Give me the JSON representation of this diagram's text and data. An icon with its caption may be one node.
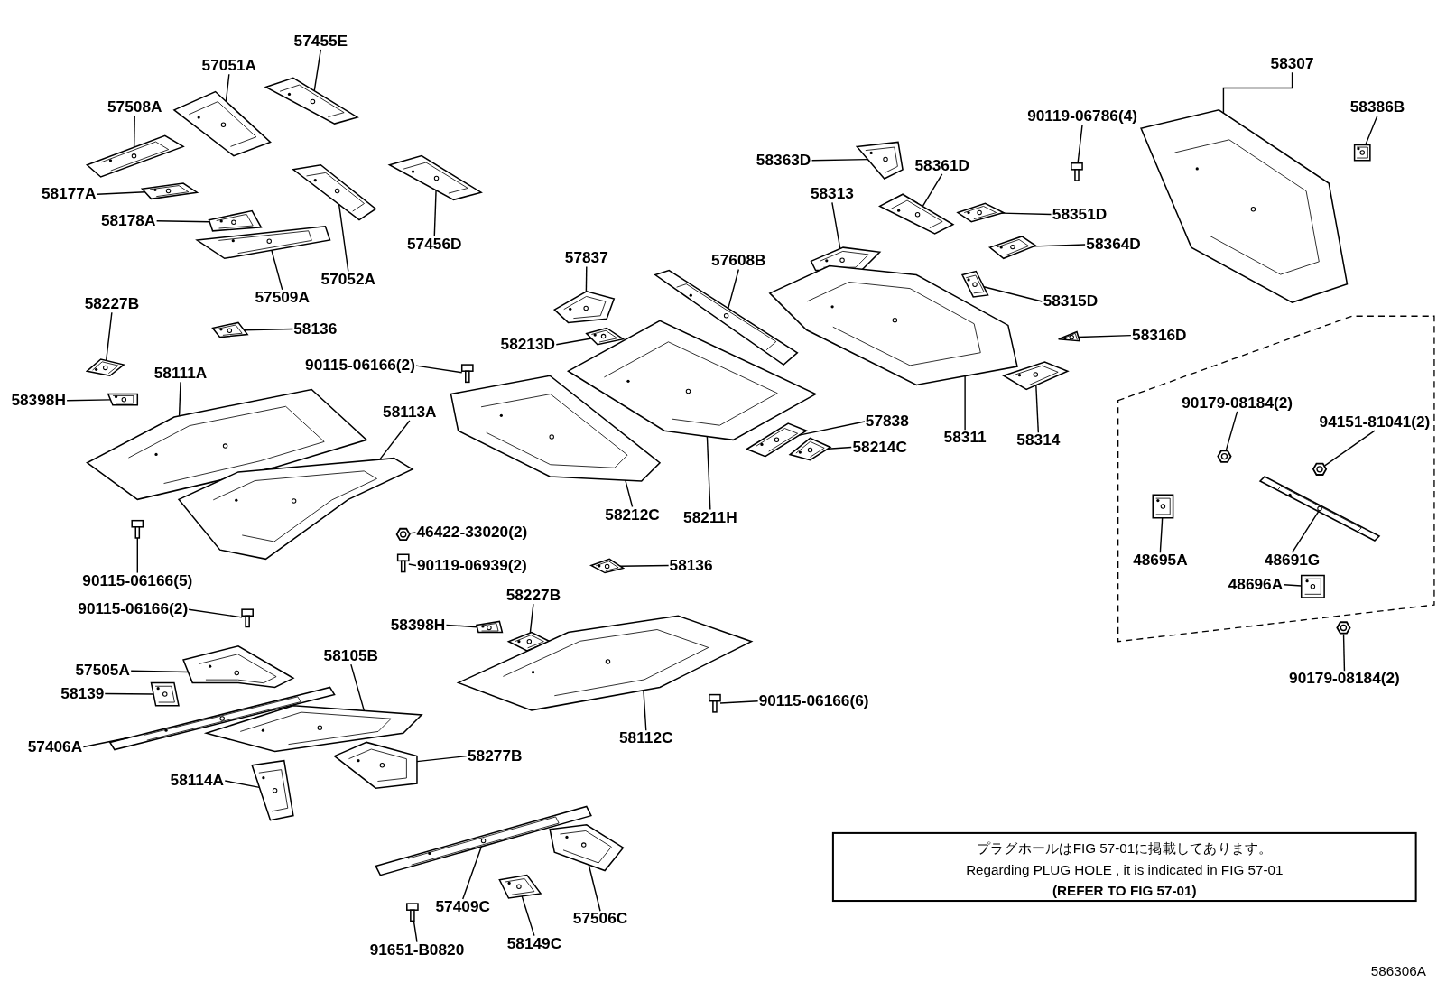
{
  "diagram": {
    "nodes": [
      {
        "text": [
          "57455E"
        ]
      },
      {
        "text": [
          "57051A"
        ]
      },
      {
        "text": [
          "57508A"
        ]
      },
      {
        "text": [
          "58177A"
        ]
      },
      {
        "text": [
          "58178A"
        ]
      },
      {
        "text": [
          "57509A"
        ]
      },
      {
        "text": [
          "57052A"
        ]
      },
      {
        "text": [
          "57456D"
        ]
      },
      {
        "text": [
          "58227B"
        ]
      },
      {
        "text": [
          "58136"
        ]
      },
      {
        "text": [
          "58398H"
        ]
      },
      {
        "text": [
          "58111A"
        ]
      },
      {
        "text": [
          "90115-06166(2)"
        ]
      },
      {
        "text": [
          "58113A"
        ]
      },
      {
        "text": [
          "90115-06166(5)"
        ]
      },
      {
        "text": [
          "90115-06166(2)"
        ]
      },
      {
        "text": [
          "46422-33020(2)"
        ]
      },
      {
        "text": [
          "90119-06939(2)"
        ]
      },
      {
        "text": [
          "57837"
        ]
      },
      {
        "text": [
          "58213D"
        ]
      },
      {
        "text": [
          "57608B"
        ]
      },
      {
        "text": [
          "58212C"
        ]
      },
      {
        "text": [
          "58211H"
        ]
      },
      {
        "text": [
          "57838"
        ]
      },
      {
        "text": [
          "58214C"
        ]
      },
      {
        "text": [
          "58363D"
        ]
      },
      {
        "text": [
          "58313"
        ]
      },
      {
        "text": [
          "58361D"
        ]
      },
      {
        "text": [
          "58351D"
        ]
      },
      {
        "text": [
          "58364D"
        ]
      },
      {
        "text": [
          "58315D"
        ]
      },
      {
        "text": [
          "58316D"
        ]
      },
      {
        "text": [
          "58311"
        ]
      },
      {
        "text": [
          "58314"
        ]
      },
      {
        "text": [
          "58307"
        ]
      },
      {
        "text": [
          "90119-06786(4)"
        ]
      },
      {
        "text": [
          "58386B"
        ]
      },
      {
        "text": [
          "90179-08184(2)"
        ]
      },
      {
        "text": [
          "94151-81041(2)"
        ]
      },
      {
        "text": [
          "48695A"
        ]
      },
      {
        "text": [
          "48691G"
        ]
      },
      {
        "text": [
          "48696A"
        ]
      },
      {
        "text": [
          "90179-08184(2)"
        ]
      },
      {
        "text": [
          "58136"
        ]
      },
      {
        "text": [
          "58227B"
        ]
      },
      {
        "text": [
          "58398H"
        ]
      },
      {
        "text": [
          "90115-06166(6)"
        ]
      },
      {
        "text": [
          "58112C"
        ]
      },
      {
        "text": [
          "57505A"
        ]
      },
      {
        "text": [
          "58105B"
        ]
      },
      {
        "text": [
          "58139"
        ]
      },
      {
        "text": [
          "57406A"
        ]
      },
      {
        "text": [
          "58277B"
        ]
      },
      {
        "text": [
          "58114A"
        ]
      },
      {
        "text": [
          "57409C"
        ]
      },
      {
        "text": [
          "91651-B0820"
        ]
      },
      {
        "text": [
          "58149C"
        ]
      },
      {
        "text": [
          "57506C"
        ]
      },
      {
        "text": [
          "プラグホールはFIG 57-01に掲載してあります。",
          "Regarding PLUG HOLE , it is indicated in FIG 57-01",
          "(REFER TO FIG 57-01)"
        ]
      },
      {
        "text": [],
        "shape": "picture"
      },
      {
        "text": [],
        "shape": "picture"
      },
      {
        "text": [],
        "shape": "picture"
      },
      {
        "text": [],
        "shape": "picture"
      },
      {
        "text": [],
        "shape": "picture"
      },
      {
        "text": [],
        "shape": "picture"
      },
      {
        "text": [],
        "shape": "picture"
      },
      {
        "text": [],
        "shape": "picture"
      },
      {
        "text": [],
        "shape": "picture"
      },
      {
        "text": [],
        "shape": "picture"
      },
      {
        "text": [],
        "shape": "picture"
      },
      {
        "text": [],
        "shape": "picture"
      },
      {
        "text": [],
        "shape": "picture"
      },
      {
        "text": [],
        "shape": "picture"
      },
      {
        "text": [],
        "shape": "picture"
      },
      {
        "text": [],
        "shape": "picture"
      },
      {
        "text": [],
        "shape": "picture"
      },
      {
        "text": [],
        "shape": "picture"
      },
      {
        "text": [],
        "shape": "picture"
      },
      {
        "text": [],
        "shape": "picture"
      },
      {
        "text": [],
        "shape": "picture"
      },
      {
        "text": [],
        "shape": "picture"
      },
      {
        "text": [],
        "shape": "picture"
      },
      {
        "text": [],
        "shape": "picture"
      },
      {
        "text": [],
        "shape": "picture"
      },
      {
        "text": [],
        "shape": "picture"
      },
      {
        "text": [],
        "shape": "picture"
      },
      {
        "text": [],
        "shape": "picture"
      },
      {
        "text": [],
        "shape": "picture"
      },
      {
        "text": [],
        "shape": "picture"
      },
      {
        "text": [],
        "shape": "picture"
      },
      {
        "text": [],
        "shape": "picture"
      },
      {
        "text": [],
        "shape": "picture"
      },
      {
        "text": [],
        "shape": "picture"
      },
      {
        "text": [],
        "shape": "picture"
      },
      {
        "text": [],
        "shape": "picture"
      },
      {
        "text": [],
        "shape": "picture"
      },
      {
        "text": [],
        "shape": "picture"
      },
      {
        "text": [],
        "shape": "picture"
      },
      {
        "text": [],
        "shape": "picture"
      },
      {
        "text": [],
        "shape": "picture"
      },
      {
        "text": [],
        "shape": "picture"
      },
      {
        "text": [],
        "shape": "picture"
      },
      {
        "text": [],
        "shape": "picture"
      },
      {
        "text": [],
        "shape": "picture"
      },
      {
        "text": [],
        "shape": "picture"
      },
      {
        "text": [],
        "shape": "picture"
      },
      {
        "text": [],
        "shape": "picture"
      },
      {
        "text": [],
        "shape": "picture"
      },
      {
        "text": [],
        "shape": "picture"
      },
      {
        "text": [],
        "shape": "picture"
      },
      {
        "text": [],
        "shape": "picture"
      },
      {
        "text": [],
        "shape": "picture"
      },
      {
        "text": [],
        "shape": "picture"
      },
      {
        "text": [],
        "shape": "picture"
      },
      {
        "text": [],
        "shape": "picture"
      },
      {
        "text": [],
        "shape": "picture"
      },
      {
        "text": [],
        "shape": "picture"
      }
    ],
    "edges": [
      {
        "from": 0,
        "to": 59,
        "arrow": "none"
      },
      {
        "from": 1,
        "to": 60,
        "arrow": "none"
      },
      {
        "from": 2,
        "to": 61,
        "arrow": "none"
      },
      {
        "from": 3,
        "to": 62,
        "arrow": "none"
      },
      {
        "from": 4,
        "to": 63,
        "arrow": "none"
      },
      {
        "from": 5,
        "to": 64,
        "arrow": "none"
      },
      {
        "from": 6,
        "to": 65,
        "arrow": "none"
      },
      {
        "from": 7,
        "to": 66,
        "arrow": "none"
      },
      {
        "from": 8,
        "to": 67,
        "arrow": "none"
      },
      {
        "from": 9,
        "to": 68,
        "arrow": "none"
      },
      {
        "from": 10,
        "to": 69,
        "arrow": "none"
      },
      {
        "from": 11,
        "to": 70,
        "arrow": "none"
      },
      {
        "from": 12,
        "to": 71,
        "arrow": "none"
      },
      {
        "from": 13,
        "to": 72,
        "arrow": "none"
      },
      {
        "from": 14,
        "to": 73,
        "arrow": "none"
      },
      {
        "from": 15,
        "to": 74,
        "arrow": "none"
      },
      {
        "from": 16,
        "to": 75,
        "arrow": "none"
      },
      {
        "from": 17,
        "to": 76,
        "arrow": "none"
      },
      {
        "from": 18,
        "to": 77,
        "arrow": "none"
      },
      {
        "from": 19,
        "to": 78,
        "arrow": "none"
      },
      {
        "from": 20,
        "to": 79,
        "arrow": "none"
      },
      {
        "from": 21,
        "to": 80,
        "arrow": "none"
      },
      {
        "from": 22,
        "to": 81,
        "arrow": "none"
      },
      {
        "from": 23,
        "to": 82,
        "arrow": "none"
      },
      {
        "from": 24,
        "to": 83,
        "arrow": "none"
      },
      {
        "from": 25,
        "to": 84,
        "arrow": "none"
      },
      {
        "from": 26,
        "to": 85,
        "arrow": "none"
      },
      {
        "from": 27,
        "to": 86,
        "arrow": "none"
      },
      {
        "from": 28,
        "to": 87,
        "arrow": "none"
      },
      {
        "from": 29,
        "to": 88,
        "arrow": "none"
      },
      {
        "from": 30,
        "to": 89,
        "arrow": "none"
      },
      {
        "from": 31,
        "to": 90,
        "arrow": "none"
      },
      {
        "from": 32,
        "to": 91,
        "arrow": "none"
      },
      {
        "from": 33,
        "to": 92,
        "arrow": "none"
      },
      {
        "from": 34,
        "to": 93,
        "arrow": "none"
      },
      {
        "from": 35,
        "to": 94,
        "arrow": "none"
      },
      {
        "from": 36,
        "to": 95,
        "arrow": "none"
      },
      {
        "from": 37,
        "to": 96,
        "arrow": "none"
      },
      {
        "from": 38,
        "to": 97,
        "arrow": "none"
      },
      {
        "from": 39,
        "to": 98,
        "arrow": "none"
      },
      {
        "from": 40,
        "to": 99,
        "arrow": "none"
      },
      {
        "from": 41,
        "to": 100,
        "arrow": "none"
      },
      {
        "from": 42,
        "to": 101,
        "arrow": "none"
      },
      {
        "from": 43,
        "to": 102,
        "arrow": "none"
      },
      {
        "from": 44,
        "to": 103,
        "arrow": "none"
      },
      {
        "from": 45,
        "to": 104,
        "arrow": "none"
      },
      {
        "from": 46,
        "to": 105,
        "arrow": "none"
      },
      {
        "from": 47,
        "to": 106,
        "arrow": "none"
      },
      {
        "from": 48,
        "to": 107,
        "arrow": "none"
      },
      {
        "from": 49,
        "to": 108,
        "arrow": "none"
      },
      {
        "from": 50,
        "to": 109,
        "arrow": "none"
      },
      {
        "from": 51,
        "to": 110,
        "arrow": "none"
      },
      {
        "from": 52,
        "to": 111,
        "arrow": "none"
      },
      {
        "from": 53,
        "to": 112,
        "arrow": "none"
      },
      {
        "from": 54,
        "to": 113,
        "arrow": "none"
      },
      {
        "from": 55,
        "to": 114,
        "arrow": "none"
      },
      {
        "from": 56,
        "to": 115,
        "arrow": "none"
      },
      {
        "from": 57,
        "to": 116,
        "arrow": "none"
      }
    ],
    "labels": [
      "586306A"
    ]
  }
}
